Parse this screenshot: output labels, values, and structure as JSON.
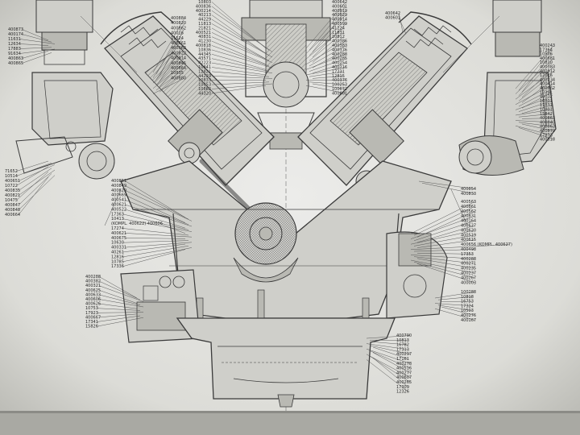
{
  "drawing": {
    "callouts_top_center": [
      "10803",
      "400836",
      "400214",
      "40213",
      "44229",
      "11813",
      "21821",
      "400521",
      "40831",
      "41230",
      "400818",
      "10836",
      "44345",
      "43571",
      "42223",
      "10841",
      "12821",
      "44229",
      "10833",
      "10853",
      "10862",
      "44320"
    ],
    "callouts_top_right": [
      "400642",
      "400601",
      "400819",
      "400829",
      "400814",
      "400599",
      "41224",
      "11831",
      "10812",
      "400386",
      "400383",
      "400376",
      "400288",
      "400285",
      "400254",
      "400216",
      "17231",
      "12815",
      "400376",
      "100253",
      "100672",
      "400601"
    ],
    "callouts_left_upper": [
      "400873",
      "400174",
      "11631",
      "12634",
      "17883",
      "91634",
      "400863",
      "400865"
    ],
    "callouts_left_mid": [
      "400884",
      "400820",
      "400862",
      "40016",
      "11524",
      "400661",
      "400863",
      "400822",
      "400814",
      "400845",
      "400864",
      "10835",
      "400880"
    ],
    "callouts_left_lower": [
      "71652",
      "10514",
      "400651",
      "10722",
      "400835",
      "400821",
      "10475",
      "400847",
      "400848",
      "400664"
    ],
    "callouts_inner_left": [
      "400851",
      "400849",
      "400629",
      "400669",
      "400541",
      "400621",
      "400522",
      "17363",
      "10413",
      "(KOMPL. 400622) 400606",
      "17274",
      "400621",
      "400675",
      "10630",
      "400331",
      "40261",
      "12816",
      "10785",
      "17336"
    ],
    "callouts_inner_right": [
      "400854",
      "400833"
    ],
    "callouts_right_side": [
      "400563",
      "400861",
      "400562",
      "400831",
      "400164",
      "400627",
      "400620",
      "400519",
      "400615",
      "400656 (KOMPL. 400627)",
      "400498",
      "17353",
      "400288",
      "400271",
      "400235",
      "400237",
      "400267",
      "400003"
    ],
    "callouts_lower_left": [
      "400288",
      "400382",
      "400321",
      "400625",
      "400633",
      "400606",
      "400626",
      "10753",
      "17923",
      "400667",
      "17341",
      "15826"
    ],
    "callouts_lower_right": [
      "100288",
      "10818",
      "16753",
      "17324",
      "10503",
      "400276",
      "400167"
    ],
    "callouts_bottom_center": [
      "400790",
      "10813",
      "16782",
      "17313",
      "400297",
      "17161",
      "400278",
      "400516",
      "400277",
      "400607",
      "400265",
      "17309",
      "12326"
    ],
    "callouts_far_right": [
      "400243",
      "17364",
      "10506",
      "400681",
      "10810",
      "400383",
      "400812",
      "12016",
      "400234",
      "400414",
      "400862",
      "17391",
      "40072",
      "10801",
      "11831",
      "10801",
      "15842",
      "400863",
      "400840",
      "400863",
      "400879",
      "17873",
      "400818"
    ],
    "callouts_top_far_right": [
      "400642",
      "400601"
    ]
  }
}
